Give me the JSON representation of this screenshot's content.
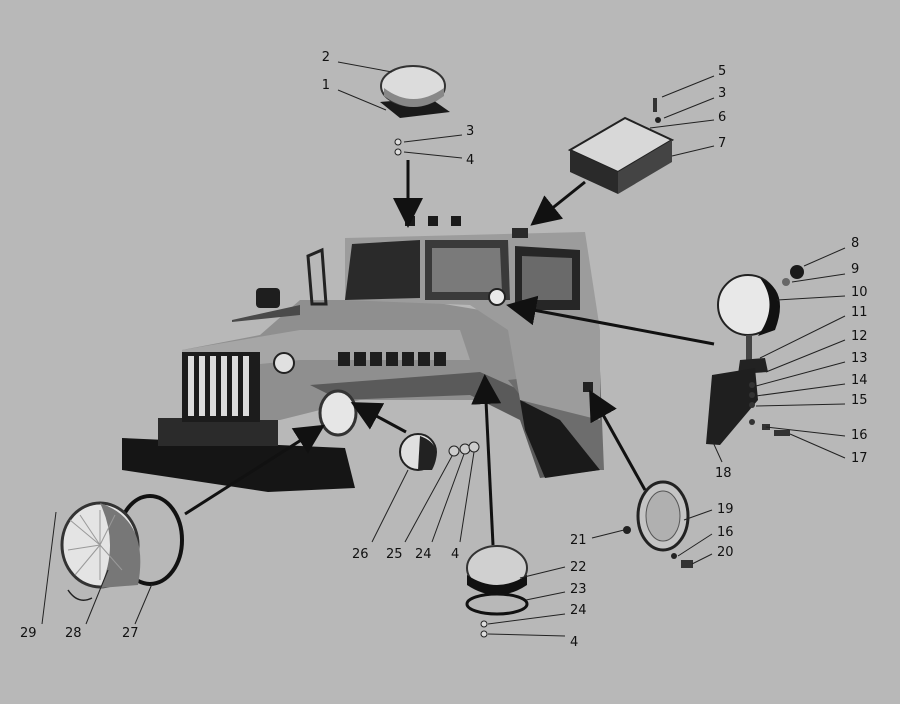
{
  "diagram": {
    "callouts": [
      {
        "id": "c2",
        "text": "2"
      },
      {
        "id": "c1",
        "text": "1"
      },
      {
        "id": "c3a",
        "text": "3"
      },
      {
        "id": "c4a",
        "text": "4"
      },
      {
        "id": "c5",
        "text": "5"
      },
      {
        "id": "c3b",
        "text": "3"
      },
      {
        "id": "c6",
        "text": "6"
      },
      {
        "id": "c7",
        "text": "7"
      },
      {
        "id": "c8",
        "text": "8"
      },
      {
        "id": "c9",
        "text": "9"
      },
      {
        "id": "c10",
        "text": "10"
      },
      {
        "id": "c11",
        "text": "11"
      },
      {
        "id": "c12",
        "text": "12"
      },
      {
        "id": "c13",
        "text": "13"
      },
      {
        "id": "c14",
        "text": "14"
      },
      {
        "id": "c15",
        "text": "15"
      },
      {
        "id": "c16a",
        "text": "16"
      },
      {
        "id": "c17",
        "text": "17"
      },
      {
        "id": "c18",
        "text": "18"
      },
      {
        "id": "c19",
        "text": "19"
      },
      {
        "id": "c16b",
        "text": "16"
      },
      {
        "id": "c20",
        "text": "20"
      },
      {
        "id": "c21",
        "text": "21"
      },
      {
        "id": "c22",
        "text": "22"
      },
      {
        "id": "c23",
        "text": "23"
      },
      {
        "id": "c24a",
        "text": "24"
      },
      {
        "id": "c4b",
        "text": "4"
      },
      {
        "id": "c26",
        "text": "26"
      },
      {
        "id": "c25",
        "text": "25"
      },
      {
        "id": "c24b",
        "text": "24"
      },
      {
        "id": "c4c",
        "text": "4"
      },
      {
        "id": "c29",
        "text": "29"
      },
      {
        "id": "c28",
        "text": "28"
      },
      {
        "id": "c27",
        "text": "27"
      }
    ]
  }
}
